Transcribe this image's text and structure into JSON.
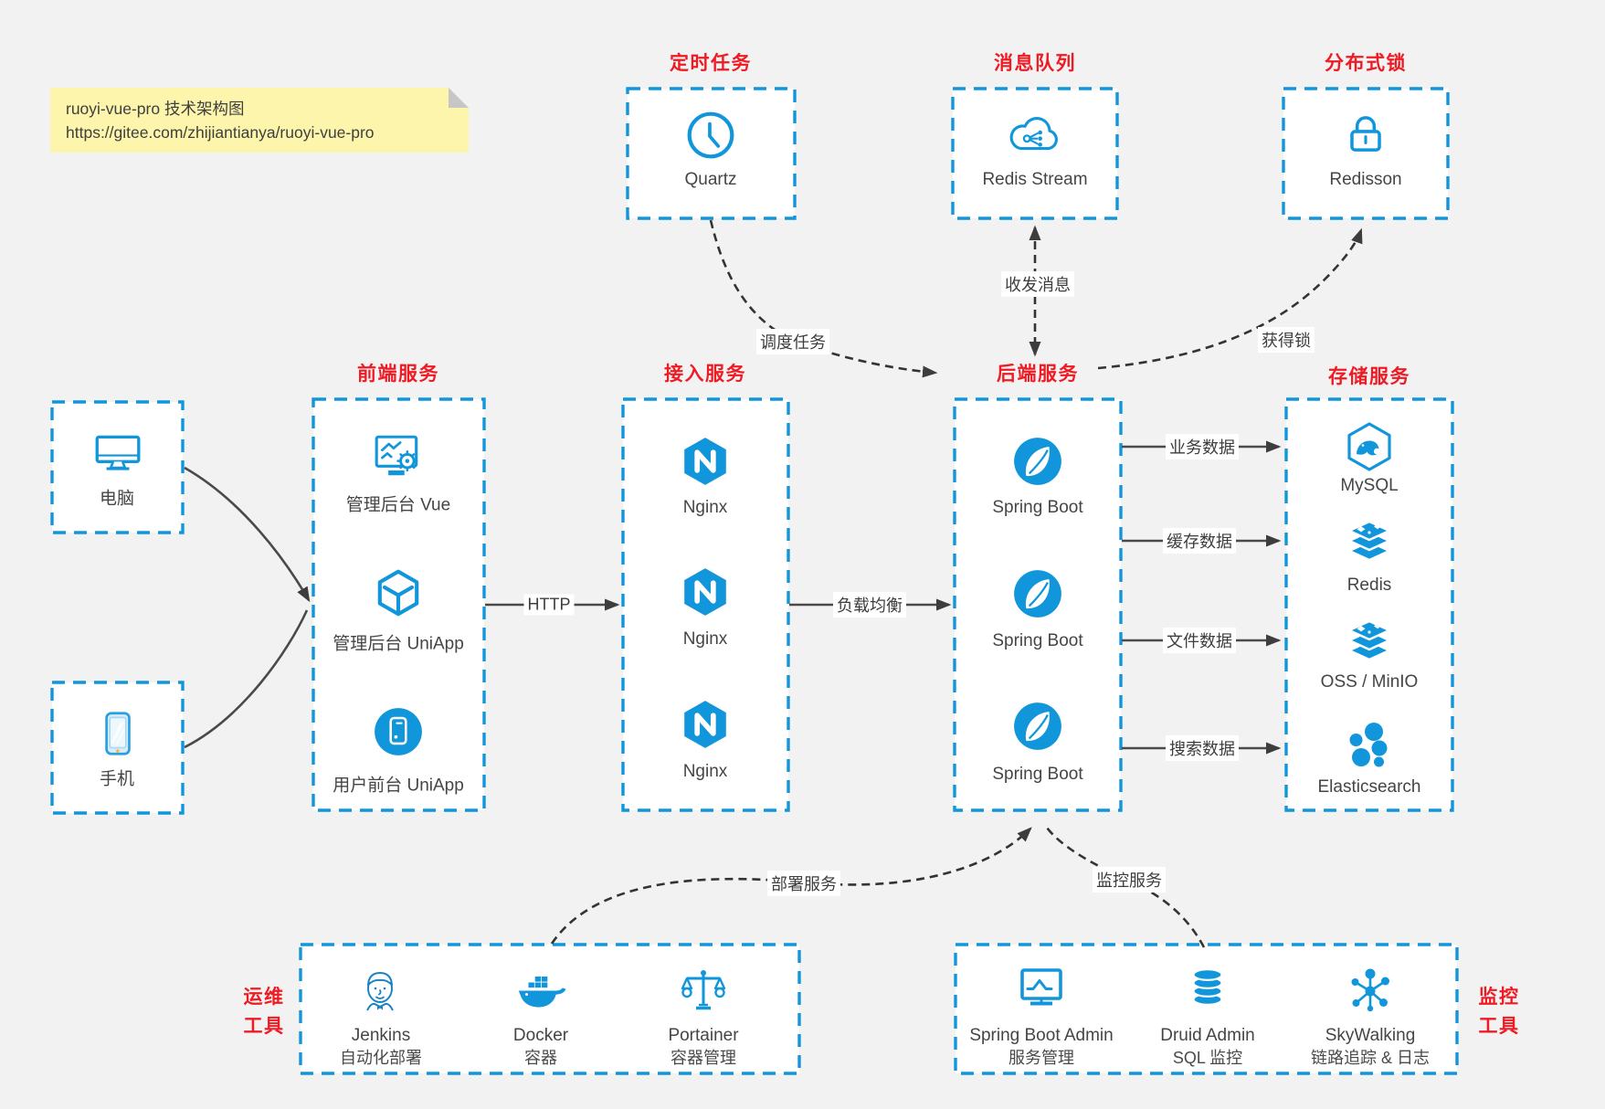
{
  "note": {
    "line1": "ruoyi-vue-pro 技术架构图",
    "line2": "https://gitee.com/zhijiantianya/ruoyi-vue-pro"
  },
  "top": {
    "scheduler": {
      "title": "定时任务",
      "label": "Quartz"
    },
    "mq": {
      "title": "消息队列",
      "label": "Redis Stream"
    },
    "lock": {
      "title": "分布式锁",
      "label": "Redisson"
    }
  },
  "clients": {
    "pc": {
      "label": "电脑"
    },
    "mobile": {
      "label": "手机"
    }
  },
  "frontend": {
    "title": "前端服务",
    "items": [
      {
        "label": "管理后台 Vue"
      },
      {
        "label": "管理后台 UniApp"
      },
      {
        "label": "用户前台 UniApp"
      }
    ]
  },
  "gateway": {
    "title": "接入服务",
    "items": [
      {
        "label": "Nginx"
      },
      {
        "label": "Nginx"
      },
      {
        "label": "Nginx"
      }
    ]
  },
  "backend": {
    "title": "后端服务",
    "items": [
      {
        "label": "Spring Boot"
      },
      {
        "label": "Spring Boot"
      },
      {
        "label": "Spring Boot"
      }
    ]
  },
  "storage": {
    "title": "存储服务",
    "items": [
      {
        "label": "MySQL"
      },
      {
        "label": "Redis"
      },
      {
        "label": "OSS / MinIO"
      },
      {
        "label": "Elasticsearch"
      }
    ]
  },
  "ops": {
    "title_line1": "运维",
    "title_line2": "工具",
    "items": [
      {
        "name": "Jenkins",
        "desc": "自动化部署"
      },
      {
        "name": "Docker",
        "desc": "容器"
      },
      {
        "name": "Portainer",
        "desc": "容器管理"
      }
    ]
  },
  "monitorTools": {
    "title_line1": "监控",
    "title_line2": "工具",
    "items": [
      {
        "name": "Spring Boot Admin",
        "desc": "服务管理"
      },
      {
        "name": "Druid Admin",
        "desc": "SQL 监控"
      },
      {
        "name": "SkyWalking",
        "desc": "链路追踪 & 日志"
      }
    ]
  },
  "edges": {
    "http": "HTTP",
    "load_balance": "负载均衡",
    "schedule": "调度任务",
    "messages": "收发消息",
    "acquire_lock": "获得锁",
    "business_data": "业务数据",
    "cache_data": "缓存数据",
    "file_data": "文件数据",
    "search_data": "搜索数据",
    "deploy": "部署服务",
    "monitor": "监控服务"
  },
  "colors": {
    "accent": "#1296db",
    "title_red": "#ee1b24",
    "arrow": "#3d3d3d",
    "note_bg": "#fcf5ab",
    "canvas": "#f2f2f2"
  }
}
